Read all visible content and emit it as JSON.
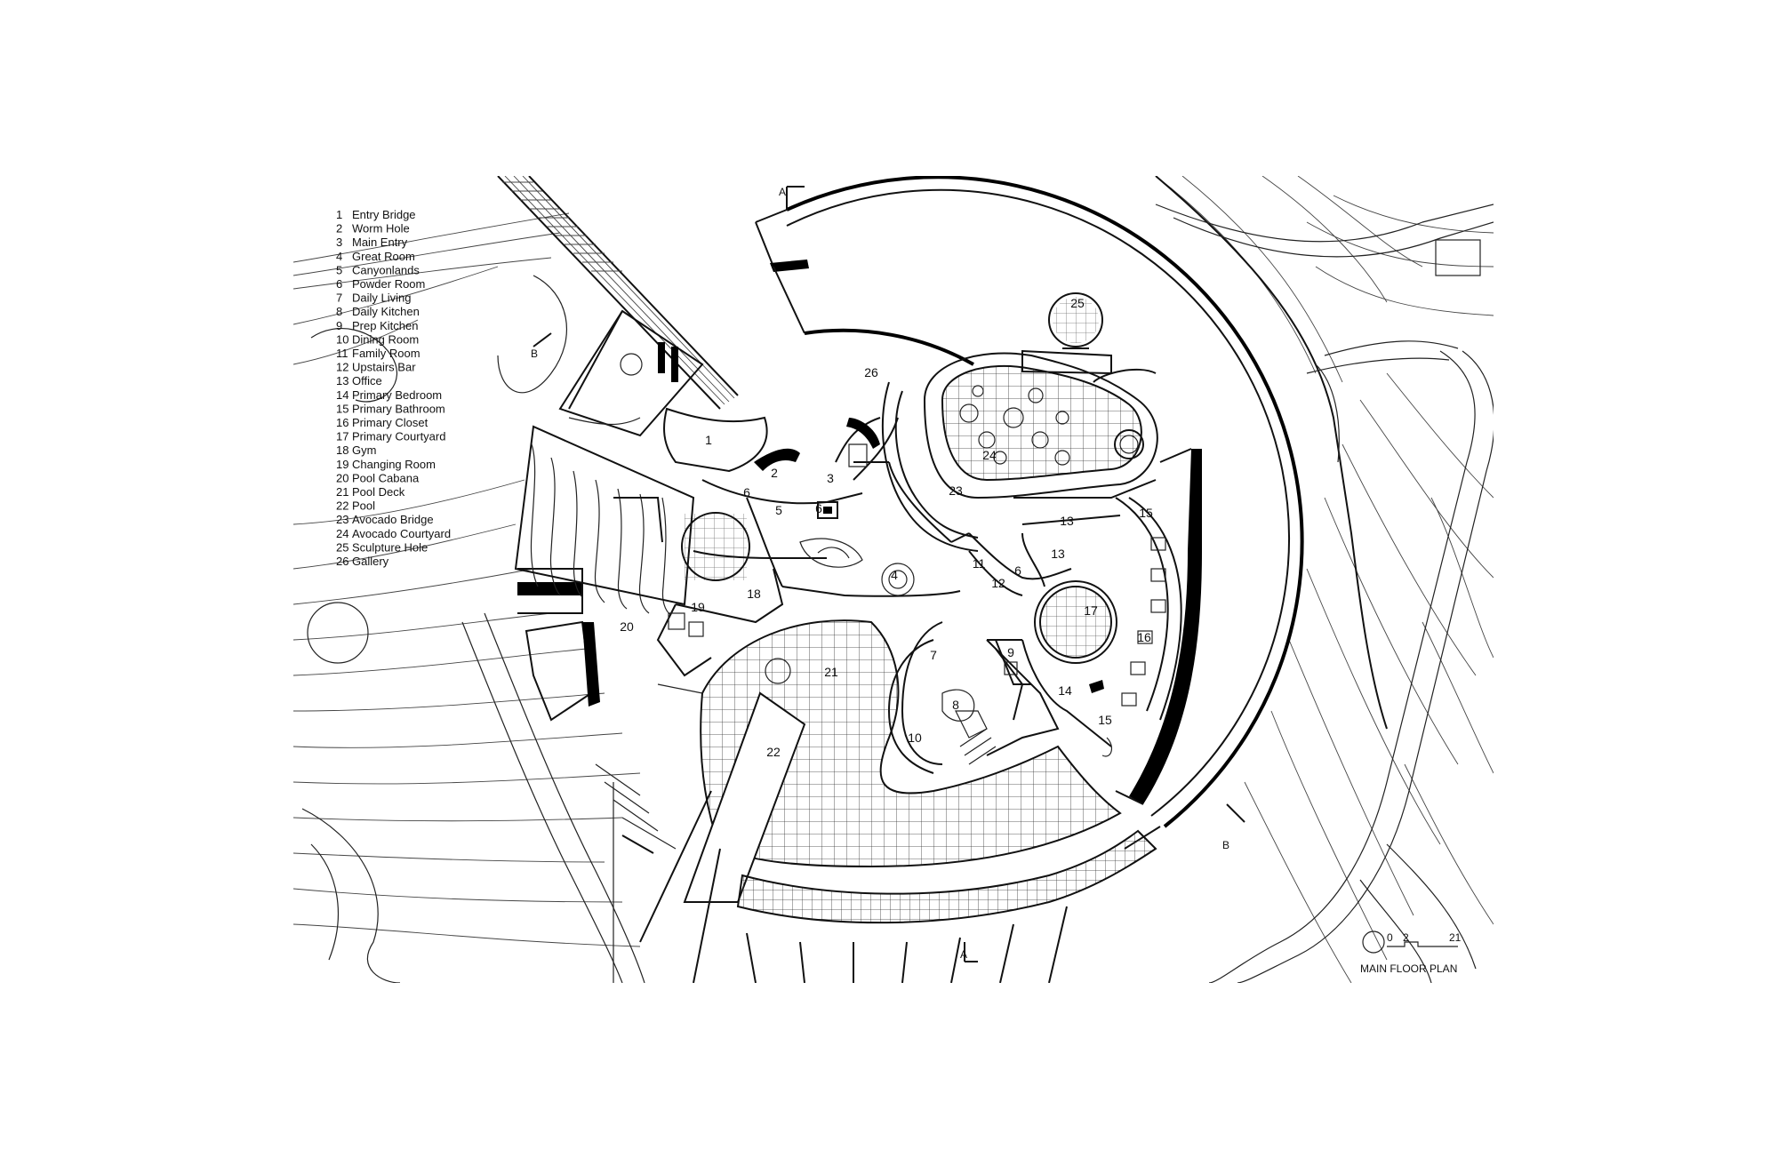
{
  "legend": [
    {
      "n": "1",
      "label": "Entry Bridge"
    },
    {
      "n": "2",
      "label": "Worm Hole"
    },
    {
      "n": "3",
      "label": "Main Entry"
    },
    {
      "n": "4",
      "label": "Great Room"
    },
    {
      "n": "5",
      "label": "Canyonlands"
    },
    {
      "n": "6",
      "label": "Powder Room"
    },
    {
      "n": "7",
      "label": "Daily Living"
    },
    {
      "n": "8",
      "label": "Daily Kitchen"
    },
    {
      "n": "9",
      "label": "Prep Kitchen"
    },
    {
      "n": "10",
      "label": "Dining Room"
    },
    {
      "n": "11",
      "label": "Family Room"
    },
    {
      "n": "12",
      "label": "Upstairs Bar"
    },
    {
      "n": "13",
      "label": "Office"
    },
    {
      "n": "14",
      "label": "Primary Bedroom"
    },
    {
      "n": "15",
      "label": "Primary Bathroom"
    },
    {
      "n": "16",
      "label": "Primary Closet"
    },
    {
      "n": "17",
      "label": "Primary Courtyard"
    },
    {
      "n": "18",
      "label": "Gym"
    },
    {
      "n": "19",
      "label": "Changing Room"
    },
    {
      "n": "20",
      "label": "Pool Cabana"
    },
    {
      "n": "21",
      "label": "Pool Deck"
    },
    {
      "n": "22",
      "label": "Pool"
    },
    {
      "n": "23",
      "label": "Avocado Bridge"
    },
    {
      "n": "24",
      "label": "Avocado Courtyard"
    },
    {
      "n": "25",
      "label": "Sculpture Hole"
    },
    {
      "n": "26",
      "label": "Gallery"
    }
  ],
  "room_tags": [
    "1",
    "2",
    "3",
    "4",
    "5",
    "6",
    "6",
    "6",
    "7",
    "8",
    "9",
    "10",
    "11",
    "12",
    "13",
    "13",
    "14",
    "15",
    "15",
    "16",
    "17",
    "18",
    "19",
    "20",
    "21",
    "22",
    "23",
    "24",
    "25",
    "26"
  ],
  "section_markers": [
    "A",
    "A",
    "B",
    "B"
  ],
  "plan_title": "MAIN FLOOR PLAN",
  "scale_marks": [
    "0",
    "2",
    "21"
  ]
}
